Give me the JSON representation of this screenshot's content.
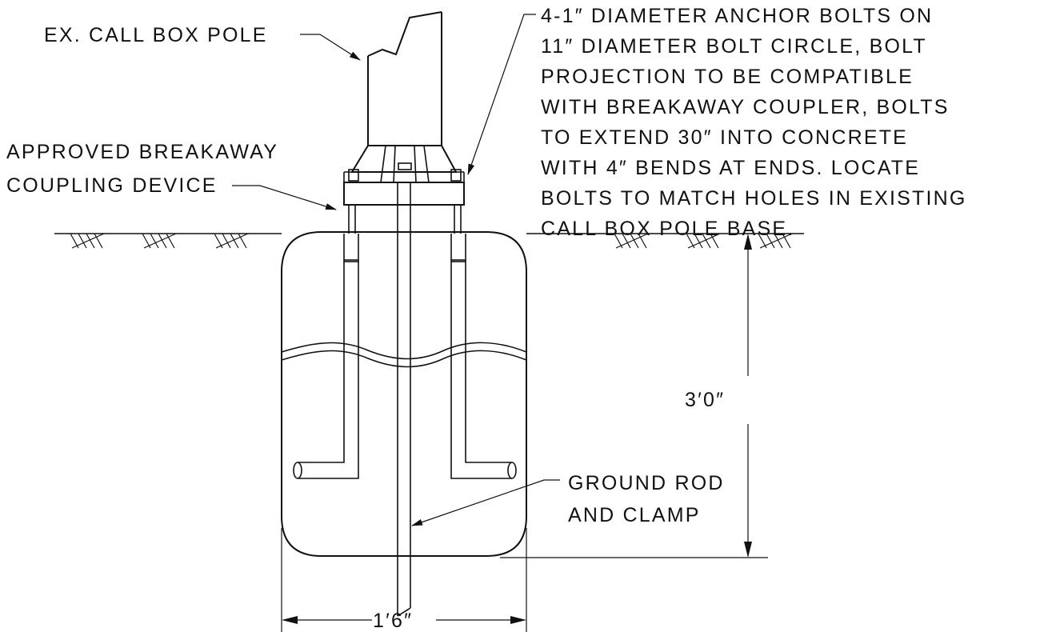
{
  "labels": {
    "pole": "EX. CALL BOX POLE",
    "coupling_line1": "APPROVED BREAKAWAY",
    "coupling_line2": "COUPLING DEVICE",
    "bolts_lines": [
      "4-1″ DIAMETER ANCHOR BOLTS ON",
      "11″ DIAMETER BOLT CIRCLE, BOLT",
      "PROJECTION TO BE COMPATIBLE",
      "WITH BREAKAWAY COUPLER, BOLTS",
      "TO EXTEND 30″ INTO CONCRETE",
      "WITH 4″ BENDS AT ENDS. LOCATE",
      "BOLTS TO MATCH HOLES IN EXISTING",
      "CALL BOX POLE BASE."
    ],
    "rod_line1": "GROUND ROD",
    "rod_line2": "AND CLAMP",
    "depth_dim": "3′0″",
    "width_dim": "1′6″"
  }
}
